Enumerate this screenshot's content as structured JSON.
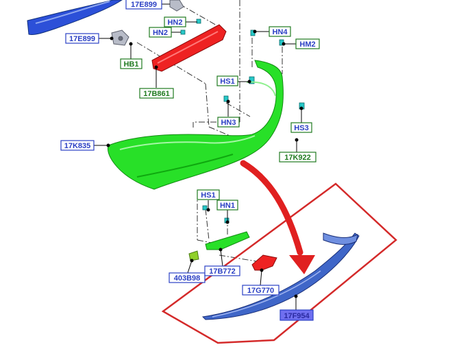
{
  "callouts": [
    {
      "id": "c-17e899-top",
      "text": "17E899",
      "style": "blue"
    },
    {
      "id": "c-hn2-a",
      "text": "HN2",
      "style": "green"
    },
    {
      "id": "c-hn2-b",
      "text": "HN2",
      "style": "green"
    },
    {
      "id": "c-17e899-left",
      "text": "17E899",
      "style": "blue"
    },
    {
      "id": "c-hb1",
      "text": "HB1",
      "style": "green"
    },
    {
      "id": "c-17b861",
      "text": "17B861",
      "style": "green"
    },
    {
      "id": "c-hn4",
      "text": "HN4",
      "style": "blue"
    },
    {
      "id": "c-hm2",
      "text": "HM2",
      "style": "blue"
    },
    {
      "id": "c-hs1-top",
      "text": "HS1",
      "style": "blue"
    },
    {
      "id": "c-hn3",
      "text": "HN3",
      "style": "blue"
    },
    {
      "id": "c-hs3",
      "text": "HS3",
      "style": "blue"
    },
    {
      "id": "c-17k835",
      "text": "17K835",
      "style": "blue"
    },
    {
      "id": "c-17k922",
      "text": "17K922",
      "style": "green"
    },
    {
      "id": "c-hs1-low",
      "text": "HS1",
      "style": "blue"
    },
    {
      "id": "c-hn1",
      "text": "HN1",
      "style": "blue"
    },
    {
      "id": "c-403b98",
      "text": "403B98",
      "style": "blue"
    },
    {
      "id": "c-17b772",
      "text": "17B772",
      "style": "blue"
    },
    {
      "id": "c-17g770",
      "text": "17G770",
      "style": "blue"
    },
    {
      "id": "c-17f954",
      "text": "17F954",
      "style": "highlight"
    }
  ],
  "colors": {
    "blue_label": "#2a3fc4",
    "green_label": "#1f7a1f",
    "highlight_fill": "#6f6ff0",
    "bumper_green": "#22dd22",
    "red_part": "#ee2222",
    "diffuser_blue": "#3f66c8",
    "highlight_box": "#d42a2a",
    "arrow": "#e02020"
  }
}
